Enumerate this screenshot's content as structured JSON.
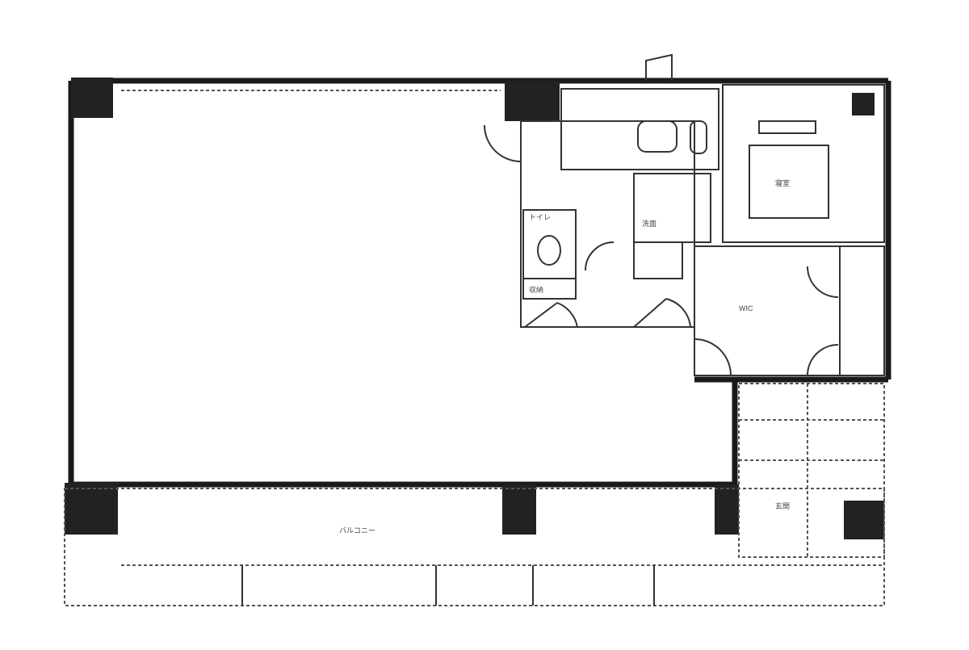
{
  "plan": {
    "background": "#ffffff",
    "ink": "#1a1a1a",
    "rooms": {
      "bedroom_label": "寝室",
      "closet_label": "WIC",
      "toilet_label": "トイレ",
      "washroom_label": "洗面",
      "storage_label": "収納",
      "entrance_label": "玄関",
      "balcony_label": "バルコニー"
    }
  }
}
